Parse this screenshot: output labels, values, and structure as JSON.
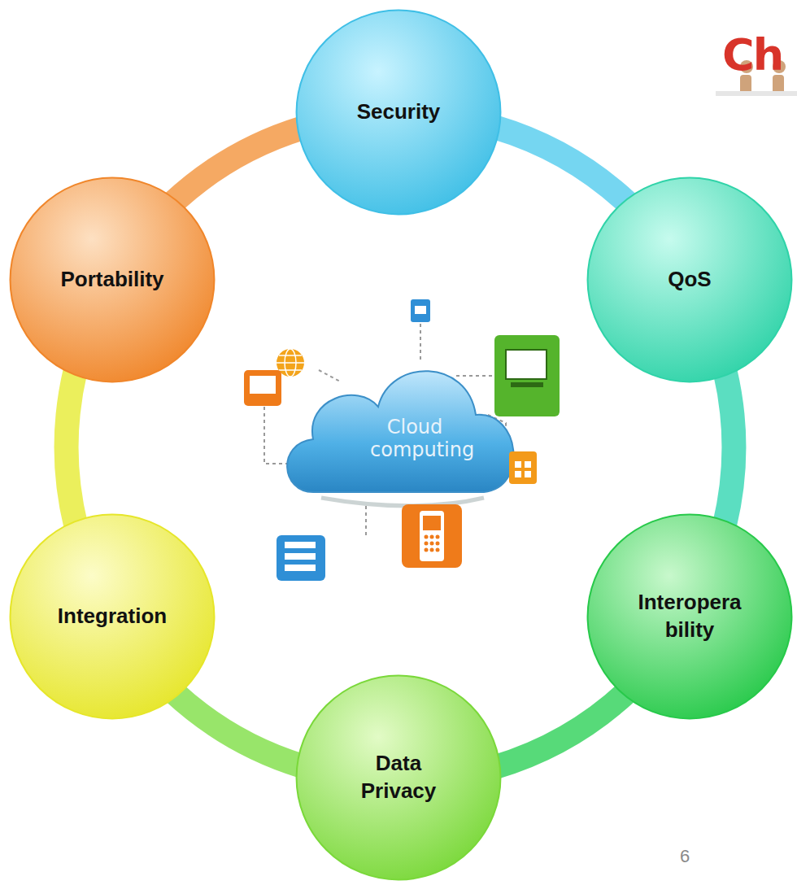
{
  "diagram": {
    "nodes": [
      {
        "text": [
          "Security"
        ]
      },
      {
        "text": [
          "QoS"
        ]
      },
      {
        "text": [
          "Interopera bility"
        ]
      },
      {
        "text": [
          "Data Privacy"
        ]
      },
      {
        "text": [
          "Integration"
        ]
      },
      {
        "text": [
          "Portability"
        ]
      }
    ],
    "edges": [
      {
        "from": 0,
        "to": 1,
        "arrow": "none"
      },
      {
        "from": 1,
        "to": 2,
        "arrow": "none"
      },
      {
        "from": 2,
        "to": 3,
        "arrow": "none"
      },
      {
        "from": 3,
        "to": 4,
        "arrow": "none"
      },
      {
        "from": 4,
        "to": 5,
        "arrow": "none"
      },
      {
        "from": 5,
        "to": 0,
        "arrow": "none"
      }
    ],
    "labels": [
      "Cloud computing",
      "Ch",
      "6"
    ]
  }
}
